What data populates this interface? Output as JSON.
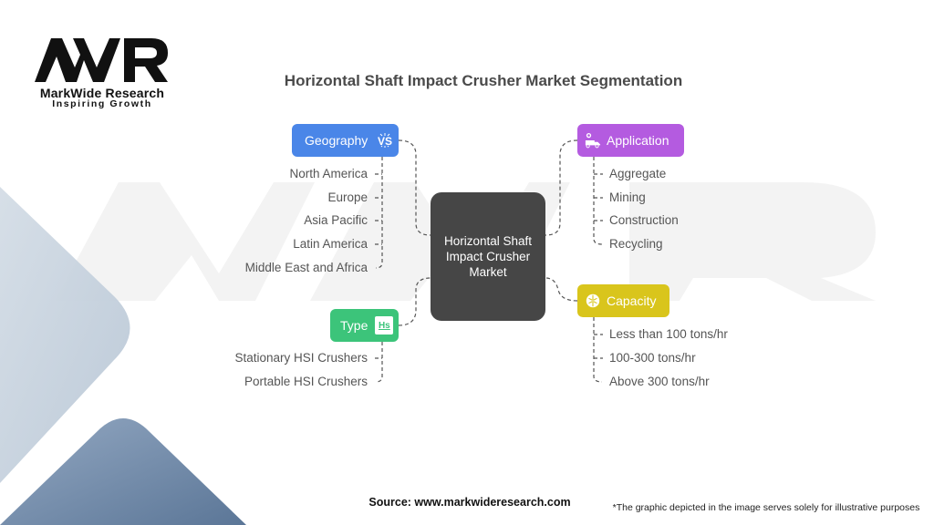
{
  "brand": {
    "logo_letters": "MWR",
    "name": "MarkWide Research",
    "tagline": "Inspiring Growth"
  },
  "title": "Horizontal Shaft Impact Crusher Market Segmentation",
  "center_node": "Horizontal Shaft Impact Crusher Market",
  "segments": {
    "geography": {
      "label": "Geography",
      "icon": "vs-icon",
      "color": "#4a86e8",
      "items": [
        "North America",
        "Europe",
        "Asia Pacific",
        "Latin America",
        "Middle East and Africa"
      ]
    },
    "application": {
      "label": "Application",
      "icon": "truck-gear-icon",
      "color": "#b45be0",
      "items": [
        "Aggregate",
        "Mining",
        "Construction",
        "Recycling"
      ]
    },
    "type": {
      "label": "Type",
      "icon": "hs-icon",
      "icon_text": "Hs",
      "color": "#3cc47a",
      "items": [
        "Stationary HSI Crushers",
        "Portable HSI Crushers"
      ]
    },
    "capacity": {
      "label": "Capacity",
      "icon": "brain-icon",
      "color": "#d9c51c",
      "items": [
        "Less than 100 tons/hr",
        "100-300 tons/hr",
        "Above 300 tons/hr"
      ]
    }
  },
  "footer": {
    "source": "Source: www.markwideresearch.com",
    "note": "*The graphic depicted in the image serves solely for illustrative purposes"
  }
}
